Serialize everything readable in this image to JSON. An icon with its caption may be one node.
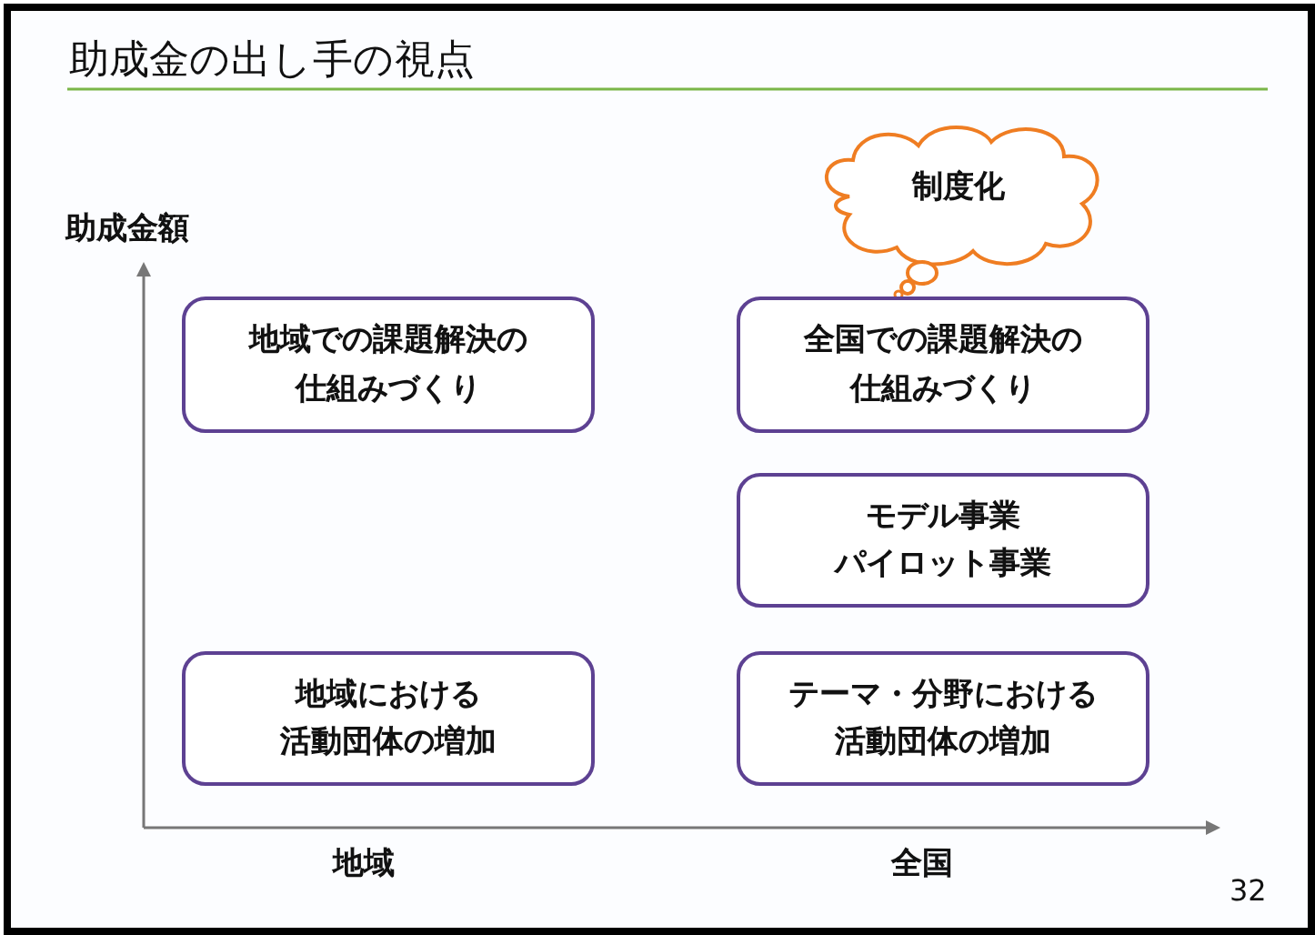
{
  "diagram": {
    "title": "助成金の出し手の視点",
    "nodes": [
      {
        "text": [
          "制度化"
        ]
      },
      {
        "text": [
          "地域での課題解決の仕組みづくり"
        ]
      },
      {
        "text": [
          "全国での課題解決の仕組みづくり"
        ]
      },
      {
        "text": [
          "モデル事業パイロット事業"
        ]
      },
      {
        "text": [
          "地域における活動団体の増加"
        ]
      },
      {
        "text": [
          "テーマ・分野における活動団体の増加"
        ]
      }
    ],
    "edges": [],
    "labels": [
      "助成金額",
      "地域",
      "全国",
      "32"
    ]
  }
}
